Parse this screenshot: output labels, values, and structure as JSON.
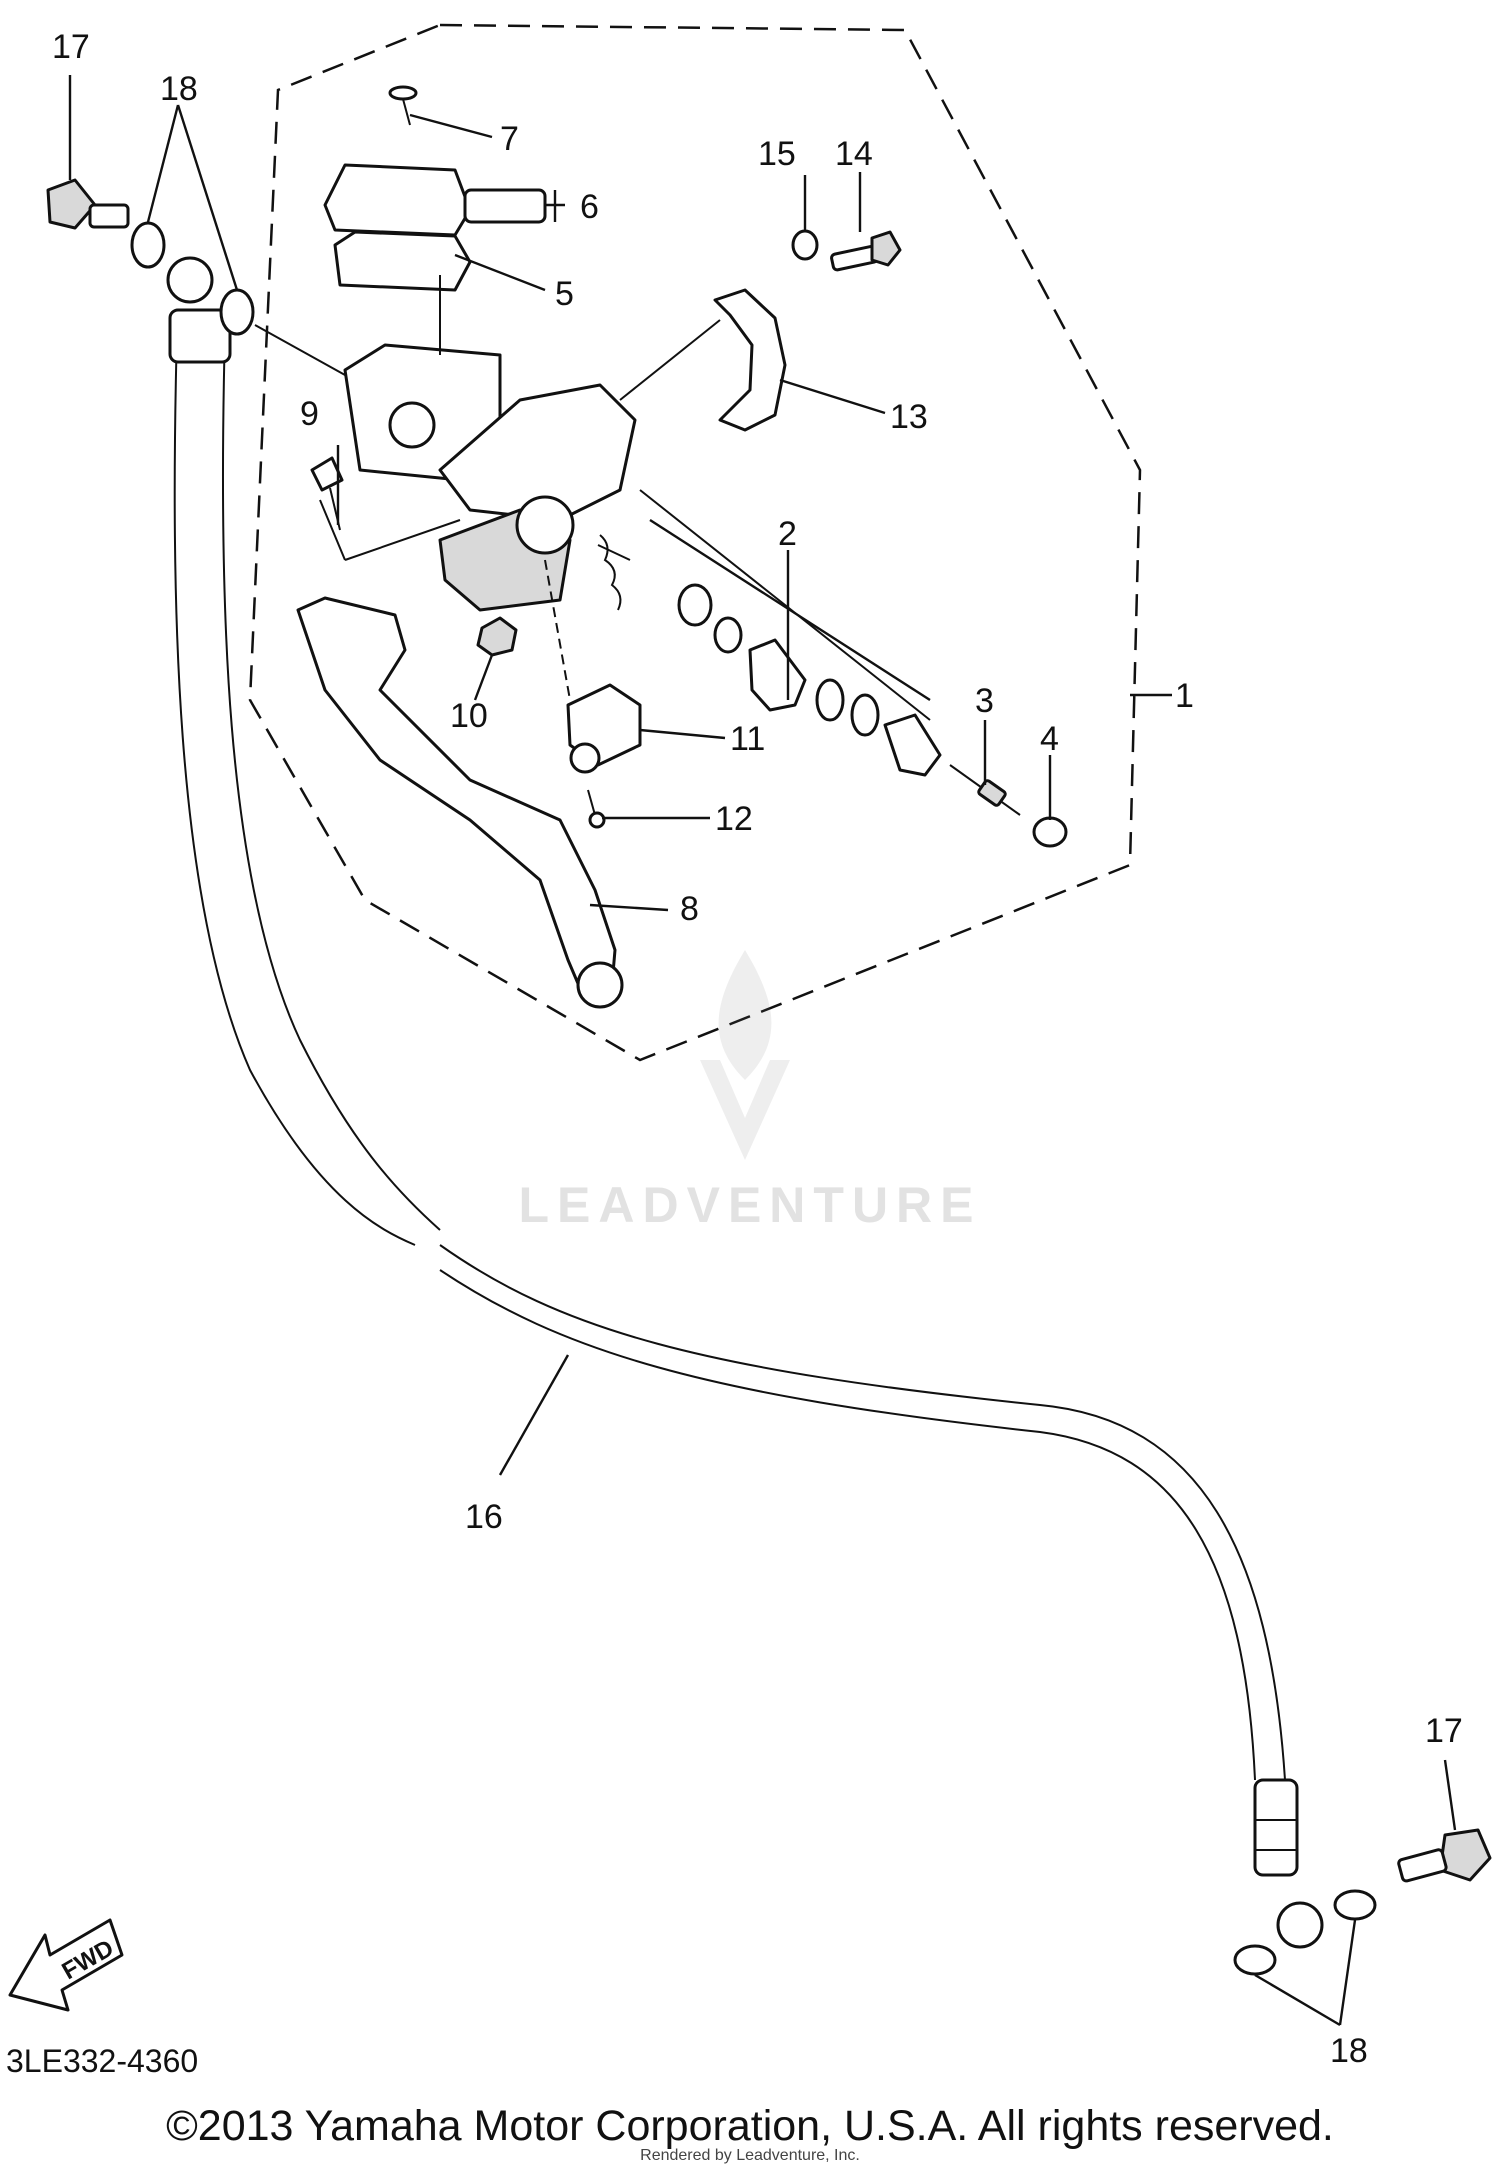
{
  "callouts": {
    "c1": "1",
    "c2": "2",
    "c3": "3",
    "c4": "4",
    "c5": "5",
    "c6": "6",
    "c7": "7",
    "c8": "8",
    "c9": "9",
    "c10": "10",
    "c11": "11",
    "c12": "12",
    "c13": "13",
    "c14": "14",
    "c15": "15",
    "c16": "16",
    "c17a": "17",
    "c17b": "17",
    "c18a": "18",
    "c18b": "18"
  },
  "fwd_label": "FWD",
  "diagram_code": "3LE332-4360",
  "watermark": "LEADVENTURE",
  "copyright": "©2013 Yamaha Motor Corporation, U.S.A. All rights reserved.",
  "rendered_by": "Rendered by Leadventure, Inc."
}
